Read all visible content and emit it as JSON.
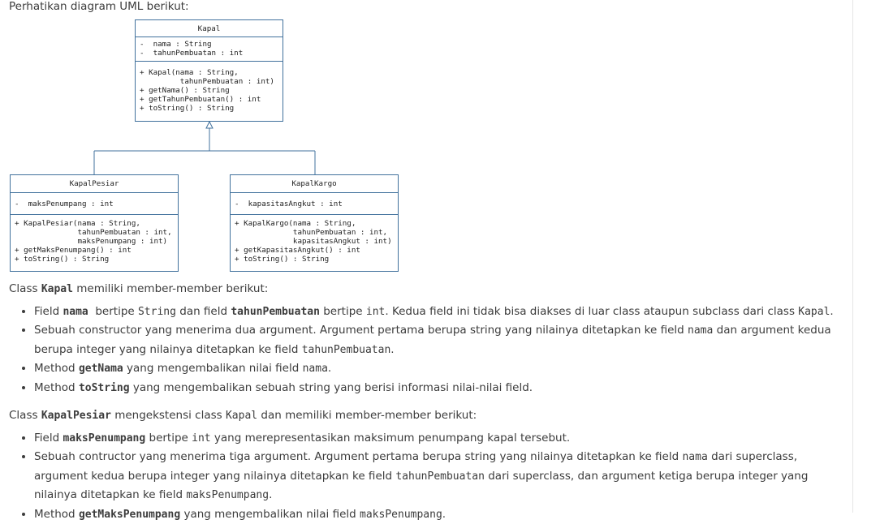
{
  "intro": "Perhatikan diagram UML berikut:",
  "uml": {
    "kapal": {
      "name": "Kapal",
      "fields": [
        "-  nama : String",
        "-  tahunPembuatan : int"
      ],
      "methods": [
        "+ Kapal(nama : String,",
        "         tahunPembuatan : int)",
        "+ getNama() : String",
        "+ getTahunPembuatan() : int",
        "+ toString() : String"
      ]
    },
    "pesiar": {
      "name": "KapalPesiar",
      "fields": [
        "-  maksPenumpang : int"
      ],
      "methods": [
        "+ KapalPesiar(nama : String,",
        "              tahunPembuatan : int,",
        "              maksPenumpang : int)",
        "+ getMaksPenumpang() : int",
        "+ toString() : String"
      ]
    },
    "kargo": {
      "name": "KapalKargo",
      "fields": [
        "-  kapasitasAngkut : int"
      ],
      "methods": [
        "+ KapalKargo(nama : String,",
        "             tahunPembuatan : int,",
        "             kapasitasAngkut : int)",
        "+ getKapasitasAngkut() : int",
        "+ toString() : String"
      ]
    }
  },
  "section1": {
    "pre": "Class ",
    "cls": "Kapal",
    "post": " memiliki member-member berikut:",
    "items": [
      {
        "a": "Field ",
        "b": "nama",
        "c": "  bertipe ",
        "d": "String",
        "e": " dan field ",
        "f": "tahunPembuatan",
        "g": " bertipe ",
        "h": "int",
        "i": ". Kedua field ini tidak bisa diakses di luar class ataupun subclass dari class ",
        "j": "Kapal",
        "k": "."
      },
      {
        "a": "Sebuah constructor yang menerima dua argument. Argument pertama berupa string yang nilainya ditetapkan ke field ",
        "b": "nama",
        "c": " dan argument kedua berupa integer yang nilainya ditetapkan ke field ",
        "d": "tahunPembuatan",
        "e": "."
      },
      {
        "a": "Method ",
        "b": "getNama",
        "c": " yang mengembalikan nilai field ",
        "d": "nama",
        "e": "."
      },
      {
        "a": "Method ",
        "b": "toString",
        "c": " yang mengembalikan sebuah string yang berisi informasi nilai-nilai field."
      }
    ]
  },
  "section2": {
    "pre": "Class ",
    "cls": "KapalPesiar",
    "mid": " mengekstensi class ",
    "parent": "Kapal",
    "post": " dan memiliki member-member berikut:",
    "items": [
      {
        "a": "Field ",
        "b": "maksPenumpang",
        "c": " bertipe ",
        "d": "int",
        "e": " yang merepresentasikan maksimum penumpang kapal tersebut."
      },
      {
        "a": "Sebuah contructor yang menerima tiga argument. Argument pertama berupa string yang nilainya ditetapkan ke field ",
        "b": "nama",
        "c": " dari superclass, argument kedua berupa integer yang nilainya ditetapkan ke field ",
        "d": "tahunPembuatan",
        "e": " dari superclass, dan argument ketiga berupa integer yang nilainya ditetapkan ke field ",
        "f": "maksPenumpang",
        "g": "."
      },
      {
        "a": "Method ",
        "b": "getMaksPenumpang",
        "c": " yang mengembalikan nilai field ",
        "d": "maksPenumpang",
        "e": "."
      }
    ]
  }
}
